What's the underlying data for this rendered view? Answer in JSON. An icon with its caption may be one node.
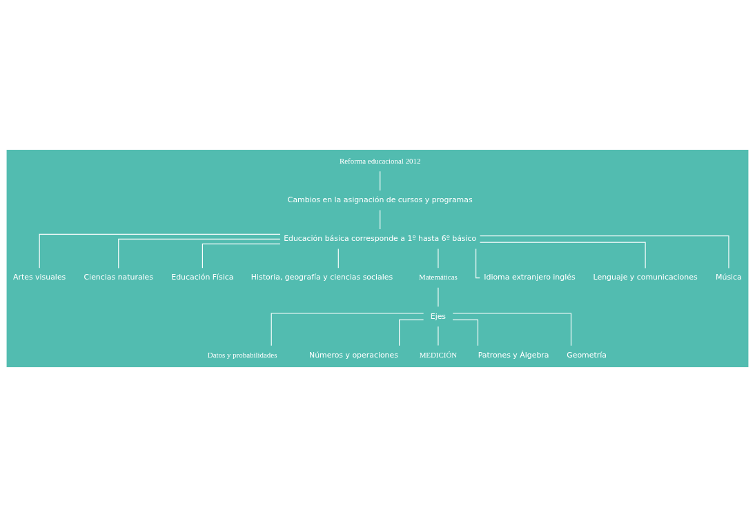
{
  "diagram": {
    "nodes": [
      {
        "text": [
          "Reforma educacional 2012"
        ]
      },
      {
        "text": [
          "Cambios en la asignación de cursos y programas"
        ]
      },
      {
        "text": [
          "Educación básica corresponde a 1º hasta 6º básico"
        ]
      },
      {
        "text": [
          "Artes visuales"
        ]
      },
      {
        "text": [
          "Ciencias naturales"
        ]
      },
      {
        "text": [
          "Educación Física"
        ]
      },
      {
        "text": [
          "Historia, geografía y ciencias sociales"
        ]
      },
      {
        "text": [
          "Matemáticas"
        ]
      },
      {
        "text": [
          "Idioma extranjero inglés"
        ]
      },
      {
        "text": [
          "Lenguaje y comunicaciones"
        ]
      },
      {
        "text": [
          "Música"
        ]
      },
      {
        "text": [
          "Ejes"
        ]
      },
      {
        "text": [
          "Datos y probabilidades"
        ]
      },
      {
        "text": [
          "Números y operaciones"
        ]
      },
      {
        "text": [
          "MEDICIÓN"
        ]
      },
      {
        "text": [
          "Patrones y Álgebra"
        ]
      },
      {
        "text": [
          "Geometría"
        ]
      }
    ],
    "edges": [
      {
        "from": 0,
        "to": 1,
        "arrow": "none"
      },
      {
        "from": 1,
        "to": 2,
        "arrow": "none"
      },
      {
        "from": 2,
        "to": 3,
        "arrow": "none"
      },
      {
        "from": 2,
        "to": 4,
        "arrow": "none"
      },
      {
        "from": 2,
        "to": 5,
        "arrow": "none"
      },
      {
        "from": 2,
        "to": 6,
        "arrow": "none"
      },
      {
        "from": 2,
        "to": 7,
        "arrow": "none"
      },
      {
        "from": 2,
        "to": 8,
        "arrow": "none"
      },
      {
        "from": 2,
        "to": 9,
        "arrow": "none"
      },
      {
        "from": 2,
        "to": 10,
        "arrow": "none"
      },
      {
        "from": 7,
        "to": 11,
        "arrow": "none"
      },
      {
        "from": 11,
        "to": 12,
        "arrow": "none"
      },
      {
        "from": 11,
        "to": 13,
        "arrow": "none"
      },
      {
        "from": 11,
        "to": 14,
        "arrow": "none"
      },
      {
        "from": 11,
        "to": 15,
        "arrow": "none"
      },
      {
        "from": 11,
        "to": 16,
        "arrow": "none"
      }
    ]
  }
}
